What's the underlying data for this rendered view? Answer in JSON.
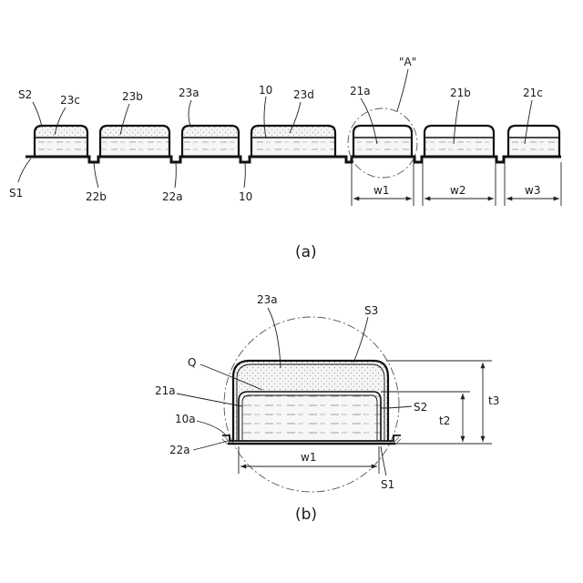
{
  "figure_a": {
    "caption": "(a)",
    "label_S2": "S2",
    "label_S1": "S1",
    "label_23c": "23c",
    "label_23b": "23b",
    "label_23a": "23a",
    "label_10_top": "10",
    "label_23d": "23d",
    "label_21a": "21a",
    "label_A": "\"A\"",
    "label_21b": "21b",
    "label_21c": "21c",
    "label_22b": "22b",
    "label_22a": "22a",
    "label_10_bottom": "10",
    "label_w1": "w1",
    "label_w2": "w2",
    "label_w3": "w3"
  },
  "figure_b": {
    "caption": "(b)",
    "label_23a": "23a",
    "label_S3": "S3",
    "label_Q": "Q",
    "label_21a": "21a",
    "label_10a": "10a",
    "label_22a": "22a",
    "label_S2": "S2",
    "label_t2": "t2",
    "label_t3": "t3",
    "label_w1": "w1",
    "label_S1": "S1"
  },
  "colors": {
    "line": "#111111",
    "fill_dots": "#f2f2f2",
    "fill_liquid": "#f5f5f5"
  }
}
